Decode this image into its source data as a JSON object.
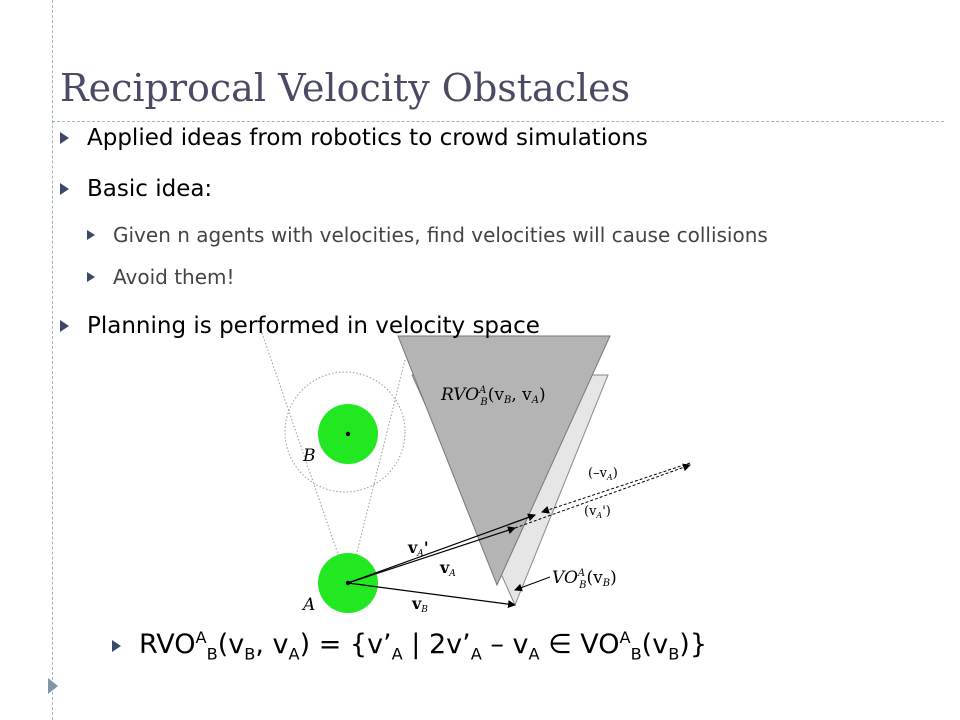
{
  "slide": {
    "title": "Reciprocal Velocity Obstacles",
    "bullets": {
      "b1": "Applied ideas from robotics to crowd simulations",
      "b2": "Basic idea:",
      "b2a": "Given n agents with velocities, find velocities will cause collisions",
      "b2b": "Avoid them!",
      "b3": "Planning is performed in velocity space"
    },
    "formula": {
      "rvo": "RVO",
      "a": "A",
      "b": "B",
      "args": "(v",
      "vb_sub": "B",
      "comma_va": ", v",
      "va_sub": "A",
      "equals": ") = {v’",
      "va_sub2": "A",
      "mid": " | 2v’",
      "va_sub3": "A",
      "minus": " – v",
      "va_sub4": "A",
      "elem": " ∈ VO",
      "vo_a": "A",
      "vo_b": "B",
      "vo_args": "(v",
      "vo_vb": "B",
      "close": ")}"
    }
  },
  "diagram": {
    "agent_a_label": "A",
    "agent_b_label": "B",
    "rvo_label": {
      "main": "RVO",
      "sup": "A",
      "sub": "B",
      "args": "(v",
      "v1sub": "B",
      "mid": ", v",
      "v2sub": "A",
      "close": ")"
    },
    "vo_label": {
      "main": "VO",
      "sup": "A",
      "sub": "B",
      "args": "(v",
      "vsub": "B",
      "close": ")"
    },
    "neg_va": {
      "open": "(–v",
      "sub": "A",
      "close": ")"
    },
    "va_prime": {
      "open": "(v",
      "sub": "A",
      "close": "')"
    },
    "vec_va_prime": {
      "v": "v",
      "sub": "A",
      "prime": "'"
    },
    "vec_va": {
      "v": "v",
      "sub": "A"
    },
    "vec_vb": {
      "v": "v",
      "sub": "B"
    },
    "colors": {
      "agent": "#22e822",
      "rvo": "#b4b4b4",
      "vo": "#e6e6e6",
      "accent": "#4a4a64"
    }
  }
}
